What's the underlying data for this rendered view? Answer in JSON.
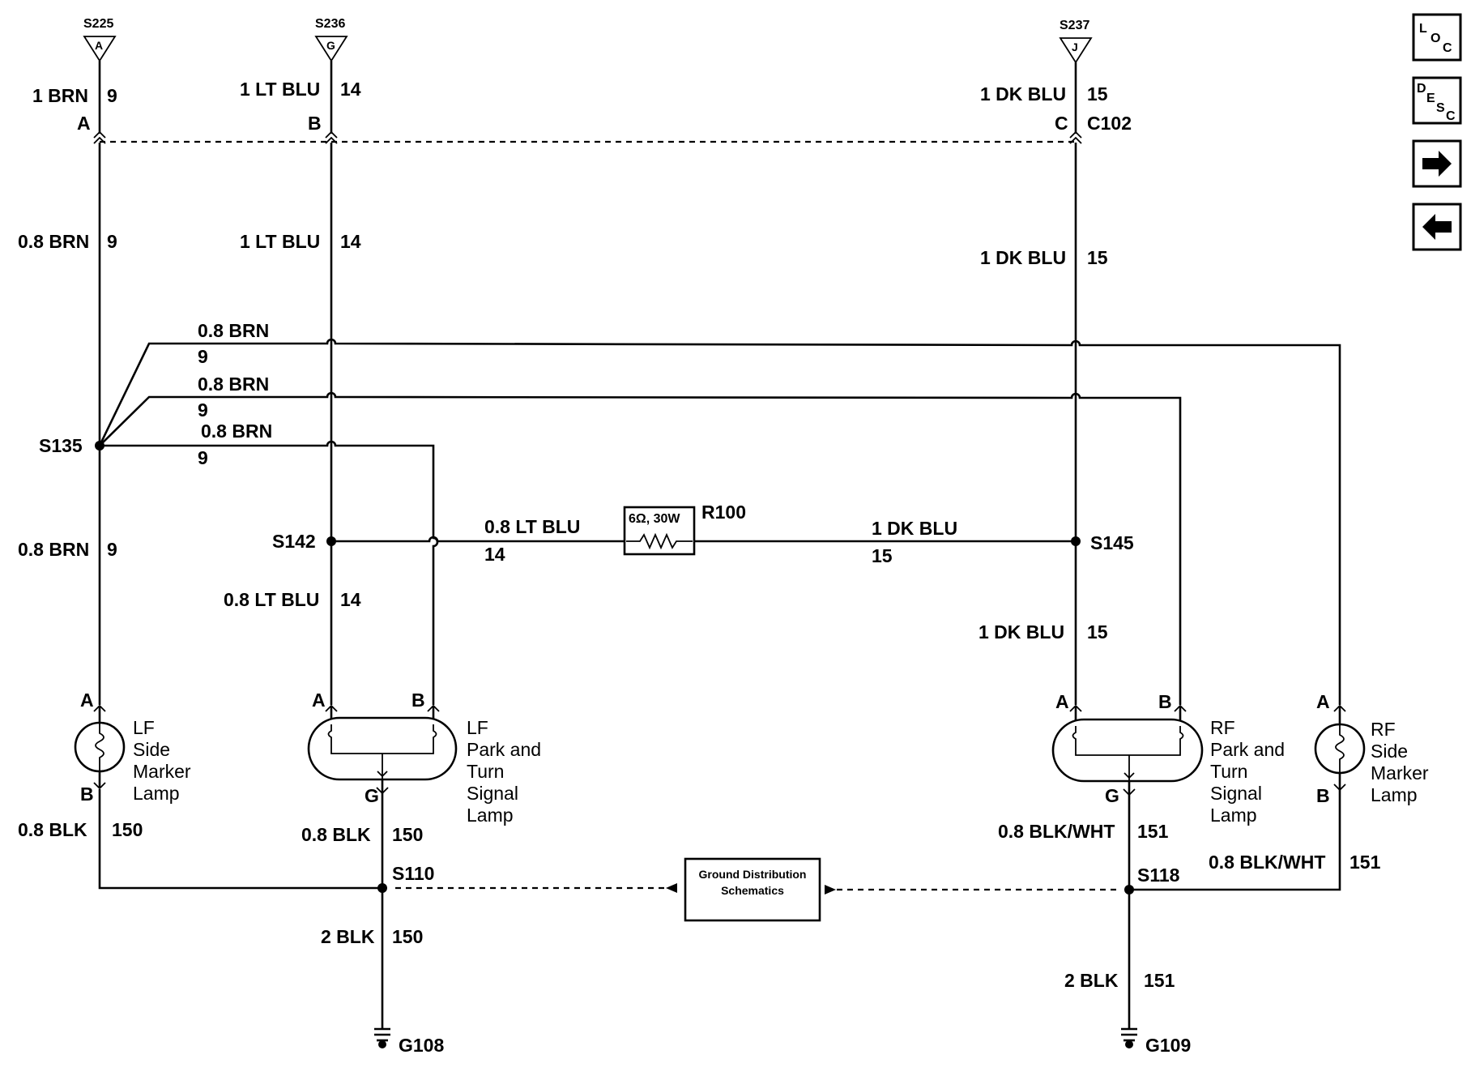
{
  "top_refs": [
    {
      "splice": "S225",
      "letter": "A"
    },
    {
      "splice": "S236",
      "letter": "G"
    },
    {
      "splice": "S237",
      "letter": "J"
    }
  ],
  "connector_c102": {
    "name": "C102",
    "pins": [
      "A",
      "B",
      "C"
    ]
  },
  "wires": {
    "top_brn": {
      "gauge": "1 BRN",
      "circuit": "9"
    },
    "top_ltblu": {
      "gauge": "1 LT BLU",
      "circuit": "14"
    },
    "top_dkblu": {
      "gauge": "1 DK BLU",
      "circuit": "15"
    },
    "mid_brn": {
      "gauge": "0.8 BRN",
      "circuit": "9"
    },
    "mid_ltblu": {
      "gauge": "1 LT BLU",
      "circuit": "14"
    },
    "mid_dkblu": {
      "gauge": "1 DK BLU",
      "circuit": "15"
    },
    "brn_branch_1": {
      "gauge": "0.8 BRN",
      "circuit": "9"
    },
    "brn_branch_2": {
      "gauge": "0.8 BRN",
      "circuit": "9"
    },
    "brn_branch_3": {
      "gauge": "0.8 BRN",
      "circuit": "9"
    },
    "lower_brn": {
      "gauge": "0.8 BRN",
      "circuit": "9"
    },
    "resistor_ltblu": {
      "gauge": "0.8 LT BLU",
      "circuit": "14"
    },
    "resistor_dkblu": {
      "gauge": "1 DK BLU",
      "circuit": "15"
    },
    "lower_ltblu": {
      "gauge": "0.8 LT BLU",
      "circuit": "14"
    },
    "lower_dkblu": {
      "gauge": "1 DK BLU",
      "circuit": "15"
    },
    "lf_side_gnd": {
      "gauge": "0.8 BLK",
      "circuit": "150"
    },
    "lf_park_gnd": {
      "gauge": "0.8 BLK",
      "circuit": "150"
    },
    "rf_park_gnd": {
      "gauge": "0.8 BLK/WHT",
      "circuit": "151"
    },
    "rf_side_gnd": {
      "gauge": "0.8 BLK/WHT",
      "circuit": "151"
    },
    "g108_wire": {
      "gauge": "2 BLK",
      "circuit": "150"
    },
    "g109_wire": {
      "gauge": "2 BLK",
      "circuit": "151"
    }
  },
  "splices": {
    "s135": "S135",
    "s142": "S142",
    "s145": "S145",
    "s110": "S110",
    "s118": "S118"
  },
  "resistor": {
    "name": "R100",
    "rating": "6Ω, 30W"
  },
  "grounds": {
    "g108": "G108",
    "g109": "G109"
  },
  "ground_box": {
    "line1": "Ground Distribution",
    "line2": "Schematics"
  },
  "lamps": {
    "lf_side": {
      "lines": [
        "LF",
        "Side",
        "Marker",
        "Lamp"
      ],
      "pin_top": "A",
      "pin_bottom": "B"
    },
    "lf_park": {
      "lines": [
        "LF",
        "Park and",
        "Turn",
        "Signal",
        "Lamp"
      ],
      "pin_a": "A",
      "pin_b": "B",
      "pin_g": "G"
    },
    "rf_park": {
      "lines": [
        "RF",
        "Park and",
        "Turn",
        "Signal",
        "Lamp"
      ],
      "pin_a": "A",
      "pin_b": "B",
      "pin_g": "G"
    },
    "rf_side": {
      "lines": [
        "RF",
        "Side",
        "Marker",
        "Lamp"
      ],
      "pin_top": "A",
      "pin_bottom": "B"
    }
  },
  "nav": {
    "loc": {
      "l1": "L",
      "l2": "O",
      "l3": "C"
    },
    "desc": {
      "l1": "D",
      "l2": "E",
      "l3": "S",
      "l4": "C"
    },
    "forward_icon": "arrow-right-icon",
    "back_icon": "arrow-left-icon"
  }
}
